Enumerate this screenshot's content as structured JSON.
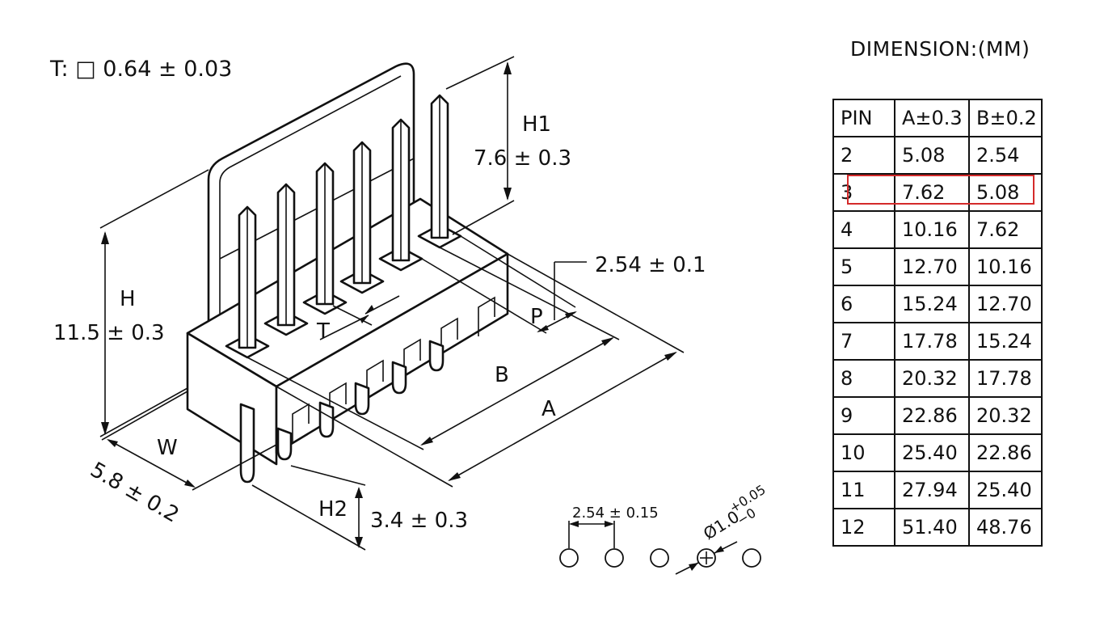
{
  "drawing": {
    "wire_spec": "T: □ 0.64 ± 0.03",
    "h1_label": "H1",
    "h1_value": "7.6 ± 0.3",
    "h_label": "H",
    "h_value": "11.5 ± 0.3",
    "pitch_value": "2.54 ± 0.1",
    "p_label": "P",
    "t_label": "T",
    "b_label": "B",
    "a_label": "A",
    "w_label": "W",
    "w_value": "5.8 ± 0.2",
    "h2_label": "H2",
    "h2_value": "3.4 ± 0.3",
    "pcb_pitch": "2.54 ± 0.15",
    "hole_dia": "Ø1.0",
    "hole_tol_plus": "+0.05",
    "hole_tol_minus": "−0"
  },
  "table": {
    "title": "DIMENSION:(MM)",
    "headers": [
      "PIN",
      "A±0.3",
      "B±0.2"
    ],
    "rows": [
      [
        "2",
        "5.08",
        "2.54"
      ],
      [
        "3",
        "7.62",
        "5.08"
      ],
      [
        "4",
        "10.16",
        "7.62"
      ],
      [
        "5",
        "12.70",
        "10.16"
      ],
      [
        "6",
        "15.24",
        "12.70"
      ],
      [
        "7",
        "17.78",
        "15.24"
      ],
      [
        "8",
        "20.32",
        "17.78"
      ],
      [
        "9",
        "22.86",
        "20.32"
      ],
      [
        "10",
        "25.40",
        "22.86"
      ],
      [
        "11",
        "27.94",
        "25.40"
      ],
      [
        "12",
        "51.40",
        "48.76"
      ]
    ],
    "highlight_color": "#d42a2a",
    "highlighted_pin": "3"
  }
}
